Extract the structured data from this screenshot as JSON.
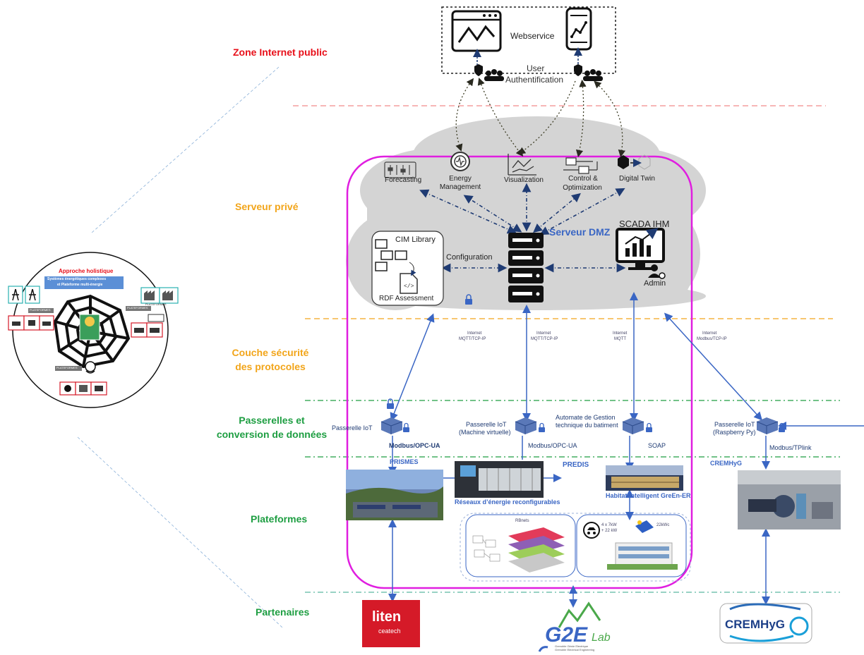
{
  "zones": {
    "internet": "Zone Internet public",
    "private": "Serveur privé",
    "security_1": "Couche sécurité",
    "security_2": "des protocoles",
    "gateways_1": "Passerelles et",
    "gateways_2": "conversion de données",
    "platforms": "Plateformes",
    "partners": "Partenaires"
  },
  "colors": {
    "internet_zone": "#e8101a",
    "private_zone": "#f2a51a",
    "green_zone": "#1e9e42",
    "frame": "#e01ee0",
    "link": "#3a66c4",
    "cloud": "#d4d4d4"
  },
  "top": {
    "webservice": "Webservice",
    "auth_1": "User",
    "auth_2": "Authentification"
  },
  "services": {
    "forecasting": "Forecasting",
    "energy_1": "Energy",
    "energy_2": "Management",
    "visualization": "Visualization",
    "control_1": "Control &",
    "control_2": "Optimization",
    "digital_twin": "Digital Twin"
  },
  "server": {
    "dmz": "Serveur DMZ",
    "configuration": "Configuration",
    "cim_library": "CIM Library",
    "rdf": "RDF Assessment",
    "scada": "SCADA IHM",
    "admin": "Admin"
  },
  "protocols": {
    "p1_1": "Internet",
    "p1_2": "MQTT/TCP-IP",
    "p2_1": "Internet",
    "p2_2": "MQTT/TCP-IP",
    "p3_1": "Internet",
    "p3_2": "MQTT",
    "p4_1": "Internet",
    "p4_2": "Modbus/TCP-IP"
  },
  "gateways": {
    "g1": "Passerelle IoT",
    "g1_proto": "Modbus/OPC-UA",
    "g2_1": "Passerelle IoT",
    "g2_2": "(Machine virtuelle)",
    "g2_proto": "Modbus/OPC-UA",
    "g3_1": "Automate de Gestion",
    "g3_2": "technique du batiment",
    "g3_proto": "SOAP",
    "g4_1": "Passerelle IoT",
    "g4_2": "(Raspberry Py)",
    "g4_proto": "Modbus/TPlink"
  },
  "platforms": {
    "prismes": "PRISMES",
    "predis": "PREDIS",
    "reseaux": "Réseaux d’énergie reconfigurables",
    "habitat": "Habitat intelligent GreEn-ER",
    "cremhyg": "CREMHyG",
    "ev_power": "4 x 7kW",
    "ev_power2": "+ 22 kW",
    "solar": "22kWc",
    "grid_label": "RBnets"
  },
  "partners": {
    "liten_1": "liten",
    "liten_2": "ceatech",
    "g2e_1": "G2E",
    "g2e_2": "Lab",
    "g2e_sub_1": "Grenoble Génie Electrique",
    "g2e_sub_2": "Grenoble Electrical Engineering",
    "cremhyg": "CREMHyG"
  },
  "holistic": {
    "title": "Approche holistique",
    "box_1": "Systèmes énergétiques complexes",
    "box_2": "et Plateforme multi-énergie",
    "label_a": "PLATEFORMES",
    "label_b": "PLATEFORMES",
    "label_c": "PLATEFORMES",
    "label_d": "PLATEFORMES"
  }
}
